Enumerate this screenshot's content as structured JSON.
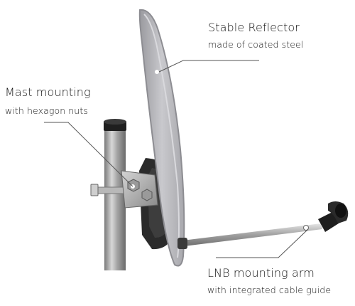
{
  "callouts": {
    "reflector": {
      "title": "Stable Reflector",
      "subtitle": "made of coated steel"
    },
    "mast": {
      "title": "Mast mounting",
      "subtitle": "with hexagon nuts"
    },
    "lnb": {
      "title": "LNB mounting arm",
      "subtitle": "with integrated cable guide"
    }
  },
  "colors": {
    "dish": "#b9b9bd",
    "dish_rim": "#8d8d92",
    "mast_steel": "#9c9c9c",
    "bracket": "#2a2a2a",
    "leader_line": "#555555"
  }
}
